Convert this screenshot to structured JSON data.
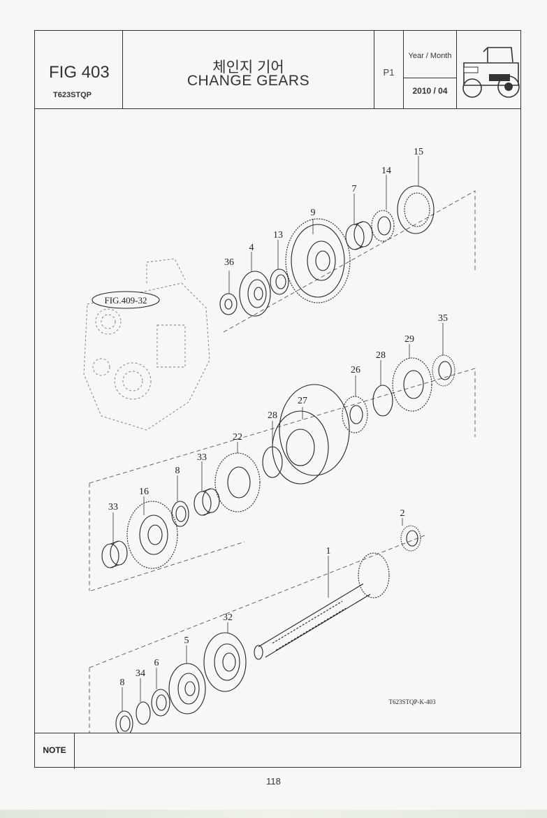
{
  "header": {
    "fig_number": "FIG 403",
    "model": "T623STQP",
    "title_korean": "체인지 기어",
    "title_english": "CHANGE GEARS",
    "page_code": "P1",
    "date_label": "Year / Month",
    "date_value": "2010 / 04",
    "icon": "tractor-icon"
  },
  "diagram": {
    "reference_label": "FIG.409-32",
    "drawing_code": "T623STQP-K-403",
    "callouts": {
      "c15": "15",
      "c14": "14",
      "c7": "7",
      "c9": "9",
      "c13": "13",
      "c4": "4",
      "c36": "36",
      "c35": "35",
      "c29": "29",
      "c28a": "28",
      "c26": "26",
      "c27": "27",
      "c28b": "28",
      "c22": "22",
      "c33a": "33",
      "c8a": "8",
      "c16": "16",
      "c33b": "33",
      "c2": "2",
      "c1": "1",
      "c32": "32",
      "c5": "5",
      "c6": "6",
      "c34": "34",
      "c8b": "8"
    }
  },
  "note": {
    "label": "NOTE",
    "text": ""
  },
  "page_number": "118"
}
